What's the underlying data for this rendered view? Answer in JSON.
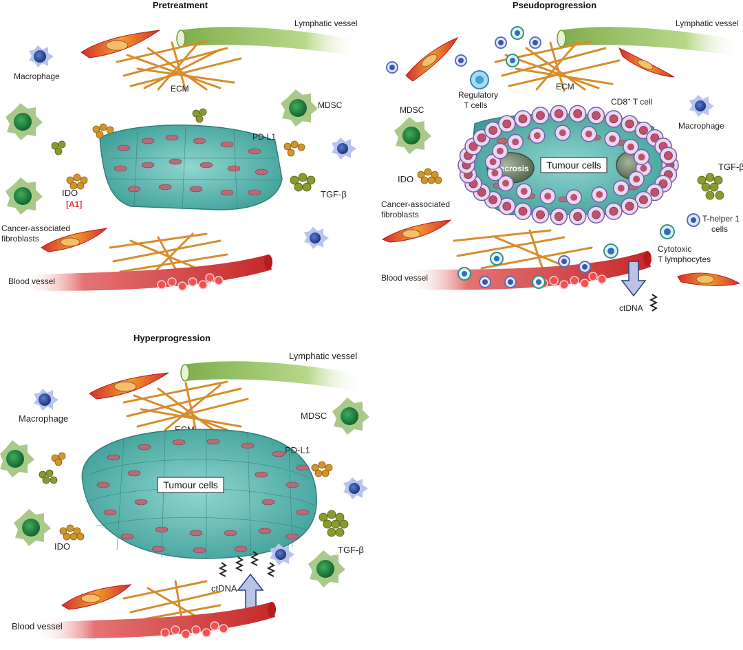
{
  "panels": {
    "pretreatment": {
      "title": "Pretreatment",
      "lymphatic": "Lymphatic vessel",
      "macrophage": "Macrophage",
      "ecm": "ECM",
      "mdsc": "MDSC",
      "pdl1": "PD-L1",
      "ido": "IDO",
      "annotation": "[A1]",
      "tgfb": "TGF-β",
      "caf_line1": "Cancer-associated",
      "caf_line2": "fibroblasts",
      "blood": "Blood vessel"
    },
    "pseudoprogression": {
      "title": "Pseudoprogression",
      "lymphatic": "Lymphatic vessel",
      "treg_line1": "Regulatory",
      "treg_line2": "T cells",
      "ecm": "ECM",
      "cd8": "CD8",
      "cd8_sup": "+",
      "cd8_rest": " T cell",
      "mdsc": "MDSC",
      "macrophage": "Macrophage",
      "necrosis": "Necrosis",
      "tumour": "Tumour cells",
      "ido": "IDO",
      "tgfb": "TGF-β",
      "caf_line1": "Cancer-associated",
      "caf_line2": "fibroblasts",
      "th1_line1": "T-helper 1",
      "th1_line2": "cells",
      "ctl_line1": "Cytotoxic",
      "ctl_line2": "T lymphocytes",
      "blood": "Blood vessel",
      "ctdna": "ctDNA"
    },
    "hyperprogression": {
      "title": "Hyperprogression",
      "lymphatic": "Lymphatic vessel",
      "macrophage": "Macrophage",
      "ecm": "ECM",
      "mdsc": "MDSC",
      "pdl1": "PD-L1",
      "tumour": "Tumour cells",
      "ido": "IDO",
      "tgfb": "TGF-β",
      "ctdna": "ctDNA",
      "blood": "Blood vessel"
    }
  },
  "colors": {
    "tumour": "#6cc7c0",
    "nucleus": "#b86a78",
    "blood": "#d32f2f",
    "lymph": "#8fbf5a",
    "ecm": "#d98c2b",
    "mdsc": "#a9c98a",
    "macrophage": "#2f4a9c",
    "tcell": "#cdb8e0",
    "annotation": "#e53935"
  }
}
